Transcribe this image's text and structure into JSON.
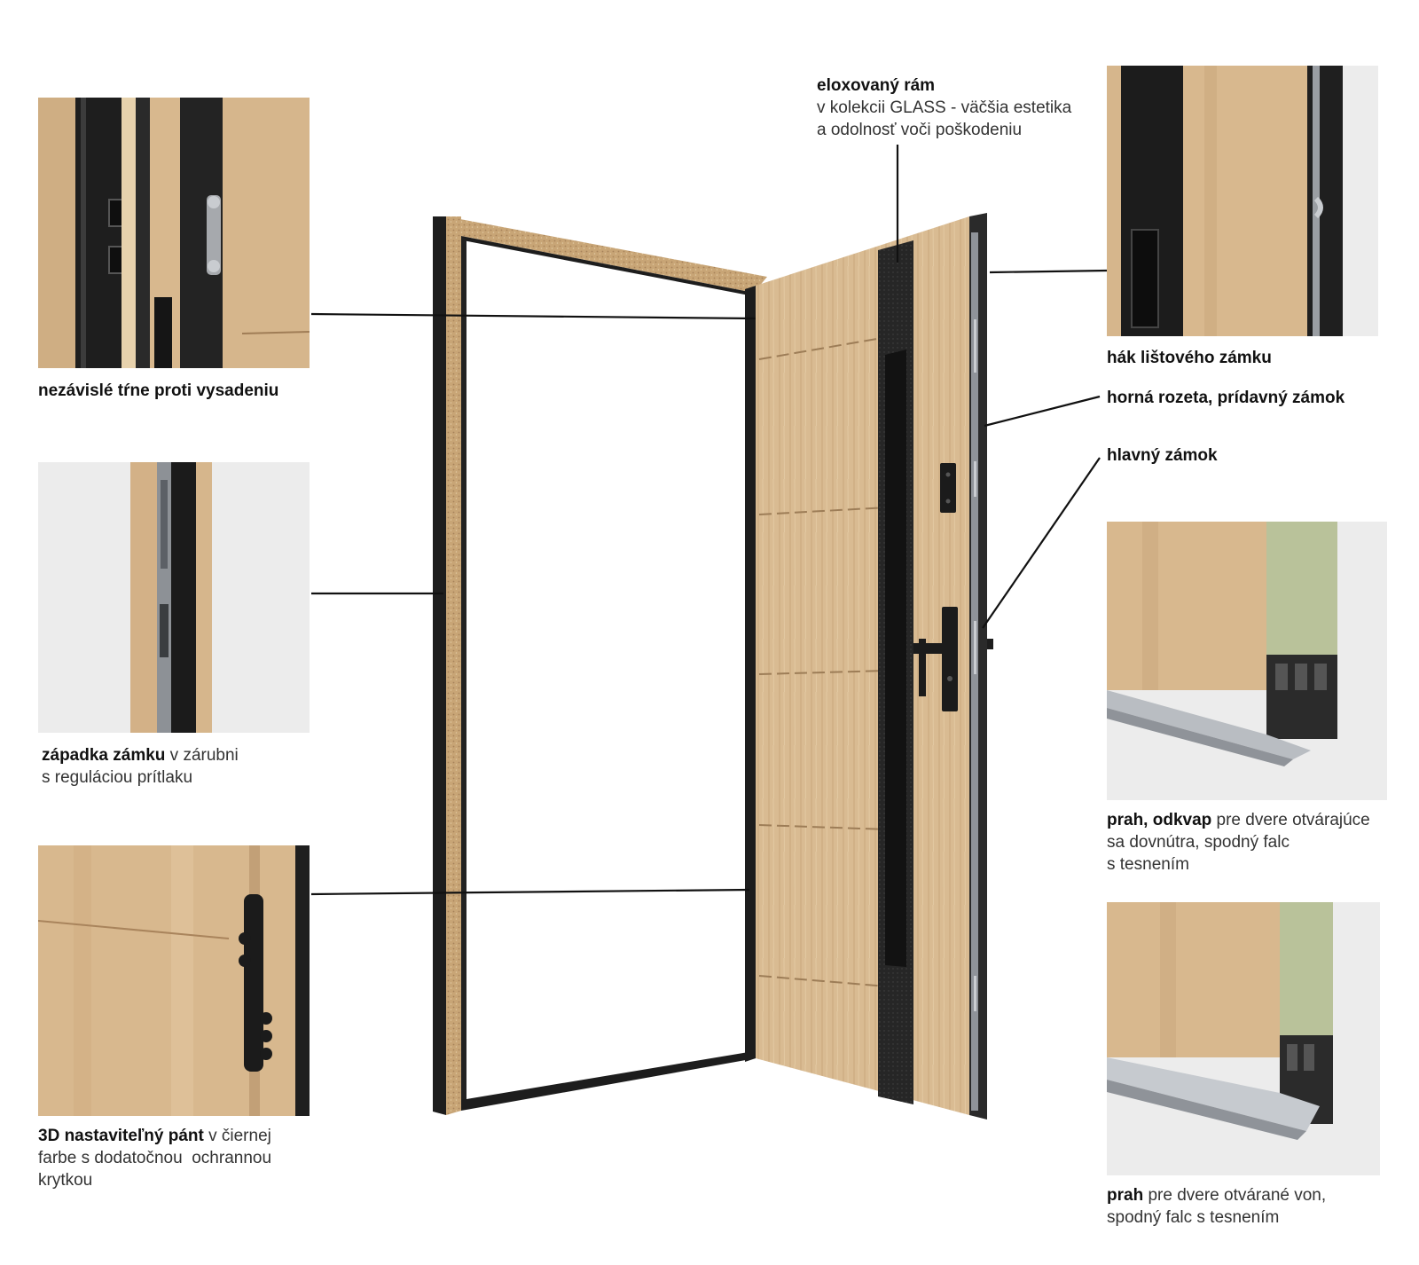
{
  "colors": {
    "wood": "#d8b88e",
    "wood_dark": "#c9a57a",
    "frame_black": "#1d1d1d",
    "panel_bg": "#ececec",
    "rubber_green": "#b9c29a",
    "aluminium": "#b9bdc2",
    "line": "#111111"
  },
  "callouts": {
    "frame": {
      "title": "eloxovaný rám",
      "line1": "v kolekcii GLASS - väčšia estetika",
      "line2": "a odolnosť voči poškodeniu"
    },
    "pins": {
      "title": "nezávislé tŕne proti vysadeniu"
    },
    "latch": {
      "title": "západka zámku",
      "rest": " v zárubni",
      "line2": "s reguláciou prítlaku"
    },
    "hinge": {
      "title": "3D nastaviteľný pánt",
      "rest": " v čiernej",
      "line2": "farbe s dodatočnou  ochrannou",
      "line3": "krytkou"
    },
    "hook": {
      "title": "hák lištového zámku"
    },
    "rosette": {
      "title": "horná rozeta, prídavný zámok"
    },
    "main_lock": {
      "title": "hlavný zámok"
    },
    "threshold_in": {
      "title": "prah, odkvap",
      "rest": " pre dvere otvárajúce",
      "line2": "sa dovnútra, spodný falc",
      "line3": "s tesnením"
    },
    "threshold_out": {
      "title": "prah",
      "rest": " pre dvere otvárané von,",
      "line2": "spodný falc s tesnením"
    }
  },
  "icons": {
    "door": "open-door-illustration",
    "pins_photo": "anti-lift-pins-photo",
    "latch_photo": "lock-striker-photo",
    "hinge_photo": "hinge-photo",
    "hook_photo": "hook-lock-photo",
    "threshold_in_photo": "threshold-inward-photo",
    "threshold_out_photo": "threshold-outward-photo"
  }
}
